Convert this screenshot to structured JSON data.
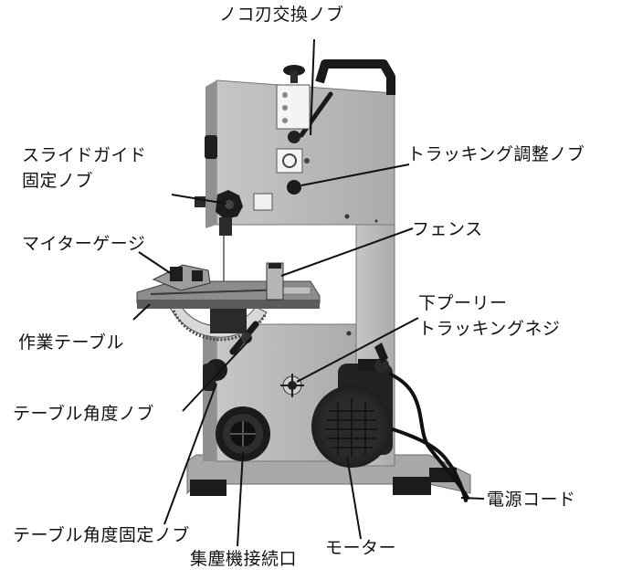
{
  "diagram": {
    "labels": {
      "blade_change_knob": "ノコ刃交換ノブ",
      "slide_guide_line1": "スライドガイド",
      "slide_guide_line2": "固定ノブ",
      "tracking_adjust_knob": "トラッキング調整ノブ",
      "miter_gauge": "マイターゲージ",
      "fence": "フェンス",
      "work_table": "作業テーブル",
      "lower_pulley_line1": "下プーリー",
      "lower_pulley_line2": "トラッキングネジ",
      "table_angle_knob": "テーブル角度ノブ",
      "table_angle_lock_knob": "テーブル角度固定ノブ",
      "dust_port": "集塵機接続口",
      "motor": "モーター",
      "power_cord": "電源コード"
    },
    "colors": {
      "body": "#b9bbbd",
      "body_shadow": "#8e9092",
      "dark": "#1e1e1e",
      "leader": "#111111",
      "table": "#9a9a9a"
    }
  }
}
